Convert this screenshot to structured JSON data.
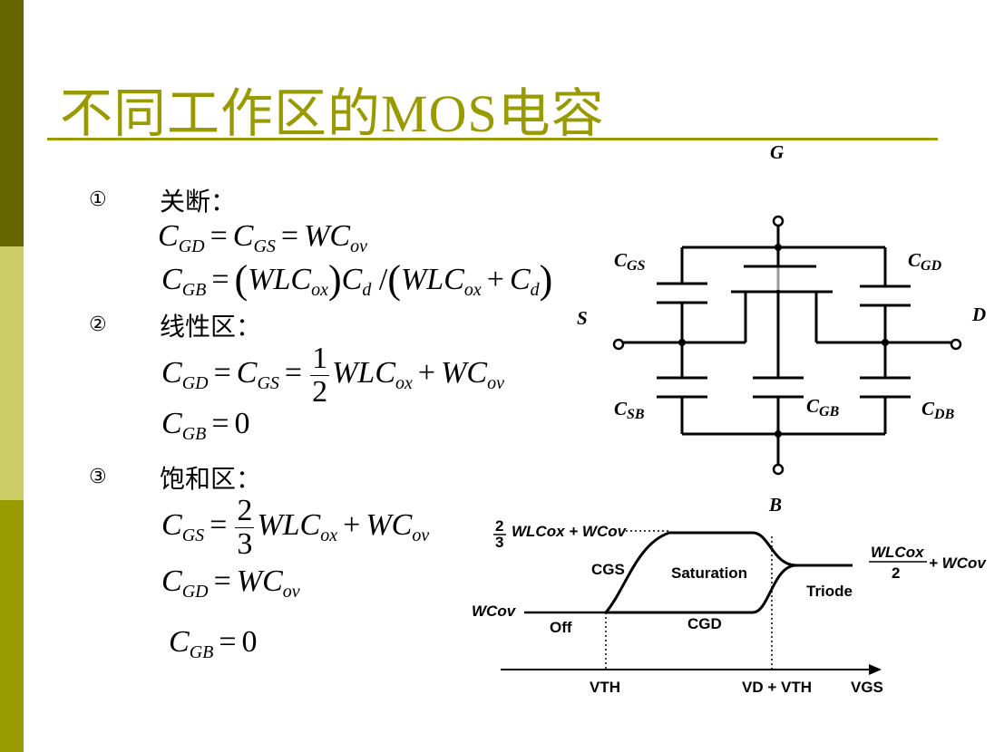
{
  "title": "不同工作区的MOS电容",
  "sections": [
    {
      "marker": "①",
      "label": "关断："
    },
    {
      "marker": "②",
      "label": "线性区："
    },
    {
      "marker": "③",
      "label": "饱和区："
    }
  ],
  "diagram": {
    "terminals": {
      "G": "G",
      "S": "S",
      "D": "D",
      "B": "B"
    },
    "caps": {
      "cgs": {
        "main": "C",
        "sub": "GS"
      },
      "cgd": {
        "main": "C",
        "sub": "GD"
      },
      "csb": {
        "main": "C",
        "sub": "SB"
      },
      "cgb": {
        "main": "C",
        "sub": "GB"
      },
      "cdb": {
        "main": "C",
        "sub": "DB"
      }
    }
  },
  "graph": {
    "y_top": {
      "num": "2",
      "den": "3",
      "text": "WLCox + WCov"
    },
    "y_low": "WCov",
    "right_label": {
      "num": "WLCox",
      "den": "2",
      "tail": "+ WCov"
    },
    "cgs_curve": "CGS",
    "cgd_curve": "CGD",
    "regions": {
      "off": "Off",
      "saturation": "Saturation",
      "triode": "Triode"
    },
    "x_ticks": {
      "vth": "VTH",
      "vd_vth": "VD + VTH"
    },
    "x_axis": "VGS"
  }
}
